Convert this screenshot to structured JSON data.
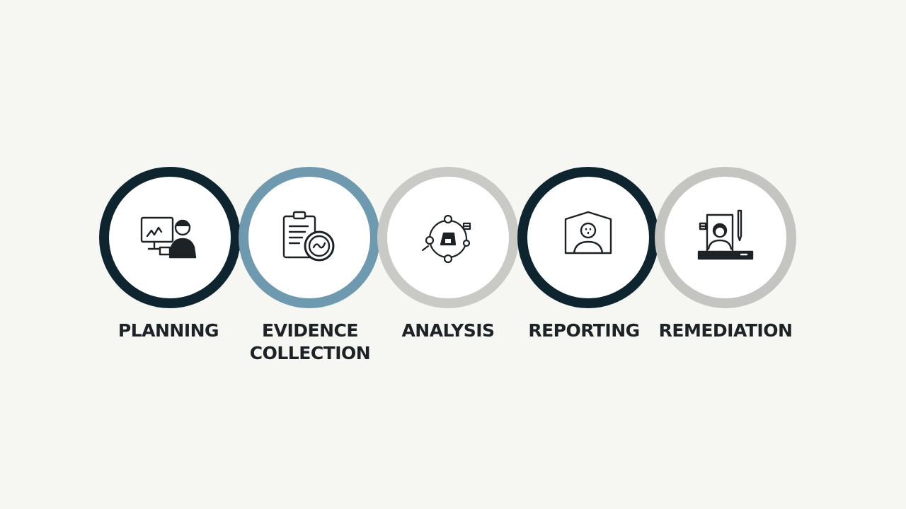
{
  "steps": [
    {
      "label": "PLANNING",
      "icon": "analyst-at-monitor-icon",
      "ring_color": "#0e2530"
    },
    {
      "label_line1": "EVIDENCE",
      "label_line2": "COLLECTION",
      "icon": "clipboard-checkmark-icon",
      "ring_color": "#6e99ae"
    },
    {
      "label": "ANALYSIS",
      "icon": "network-analysis-icon",
      "ring_color": "#c9c9c5"
    },
    {
      "label": "REPORTING",
      "icon": "person-on-screen-icon",
      "ring_color": "#0e2530"
    },
    {
      "label": "REMEDIATION",
      "icon": "person-with-tool-icon",
      "ring_color": "#c4c4c0"
    }
  ]
}
